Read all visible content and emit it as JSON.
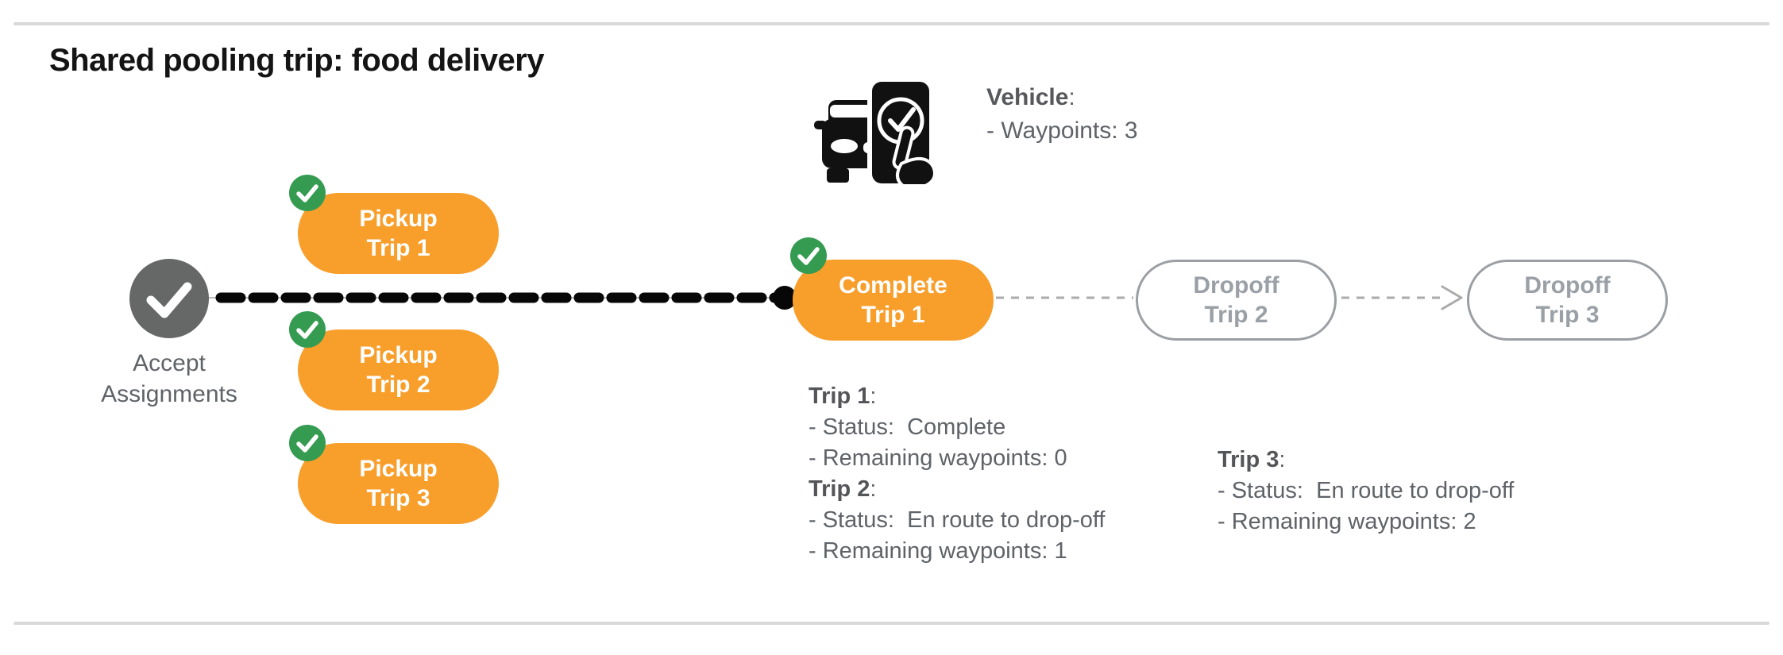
{
  "page": {
    "title": "Shared pooling trip: food delivery"
  },
  "vehicle": {
    "label": "Vehicle",
    "colon": ":",
    "waypoints_line": "- Waypoints: 3",
    "icon": "car-with-phone-check-icon"
  },
  "flow": {
    "start": {
      "line1": "Accept",
      "line2": "Assignments",
      "icon": "check-icon"
    },
    "pickups": [
      {
        "line1": "Pickup",
        "line2": "Trip 1",
        "badge": "check-icon"
      },
      {
        "line1": "Pickup",
        "line2": "Trip 2",
        "badge": "check-icon"
      },
      {
        "line1": "Pickup",
        "line2": "Trip 3",
        "badge": "check-icon"
      }
    ],
    "complete": {
      "line1": "Complete",
      "line2": "Trip 1",
      "badge": "check-icon"
    },
    "dropoffs": [
      {
        "line1": "Dropoff",
        "line2": "Trip 2"
      },
      {
        "line1": "Dropoff",
        "line2": "Trip 3"
      }
    ]
  },
  "trip_status": [
    {
      "label": "Trip 1",
      "colon": ":",
      "status": "- Status:  Complete",
      "waypoints": "- Remaining waypoints: 0"
    },
    {
      "label": "Trip 2",
      "colon": ":",
      "status": "- Status:  En route to drop-off",
      "waypoints": "- Remaining waypoints: 1"
    },
    {
      "label": "Trip 3",
      "colon": ":",
      "status": "- Status:  En route to drop-off",
      "waypoints": "- Remaining waypoints: 2"
    }
  ],
  "colors": {
    "orange": "#F89E2B",
    "green": "#349B51",
    "node_gray": "#666767",
    "text_gray": "#5F6368",
    "dropoff_gray": "#9AA0A6",
    "divider_gray": "#D9D9D9",
    "route_black": "#070707"
  }
}
